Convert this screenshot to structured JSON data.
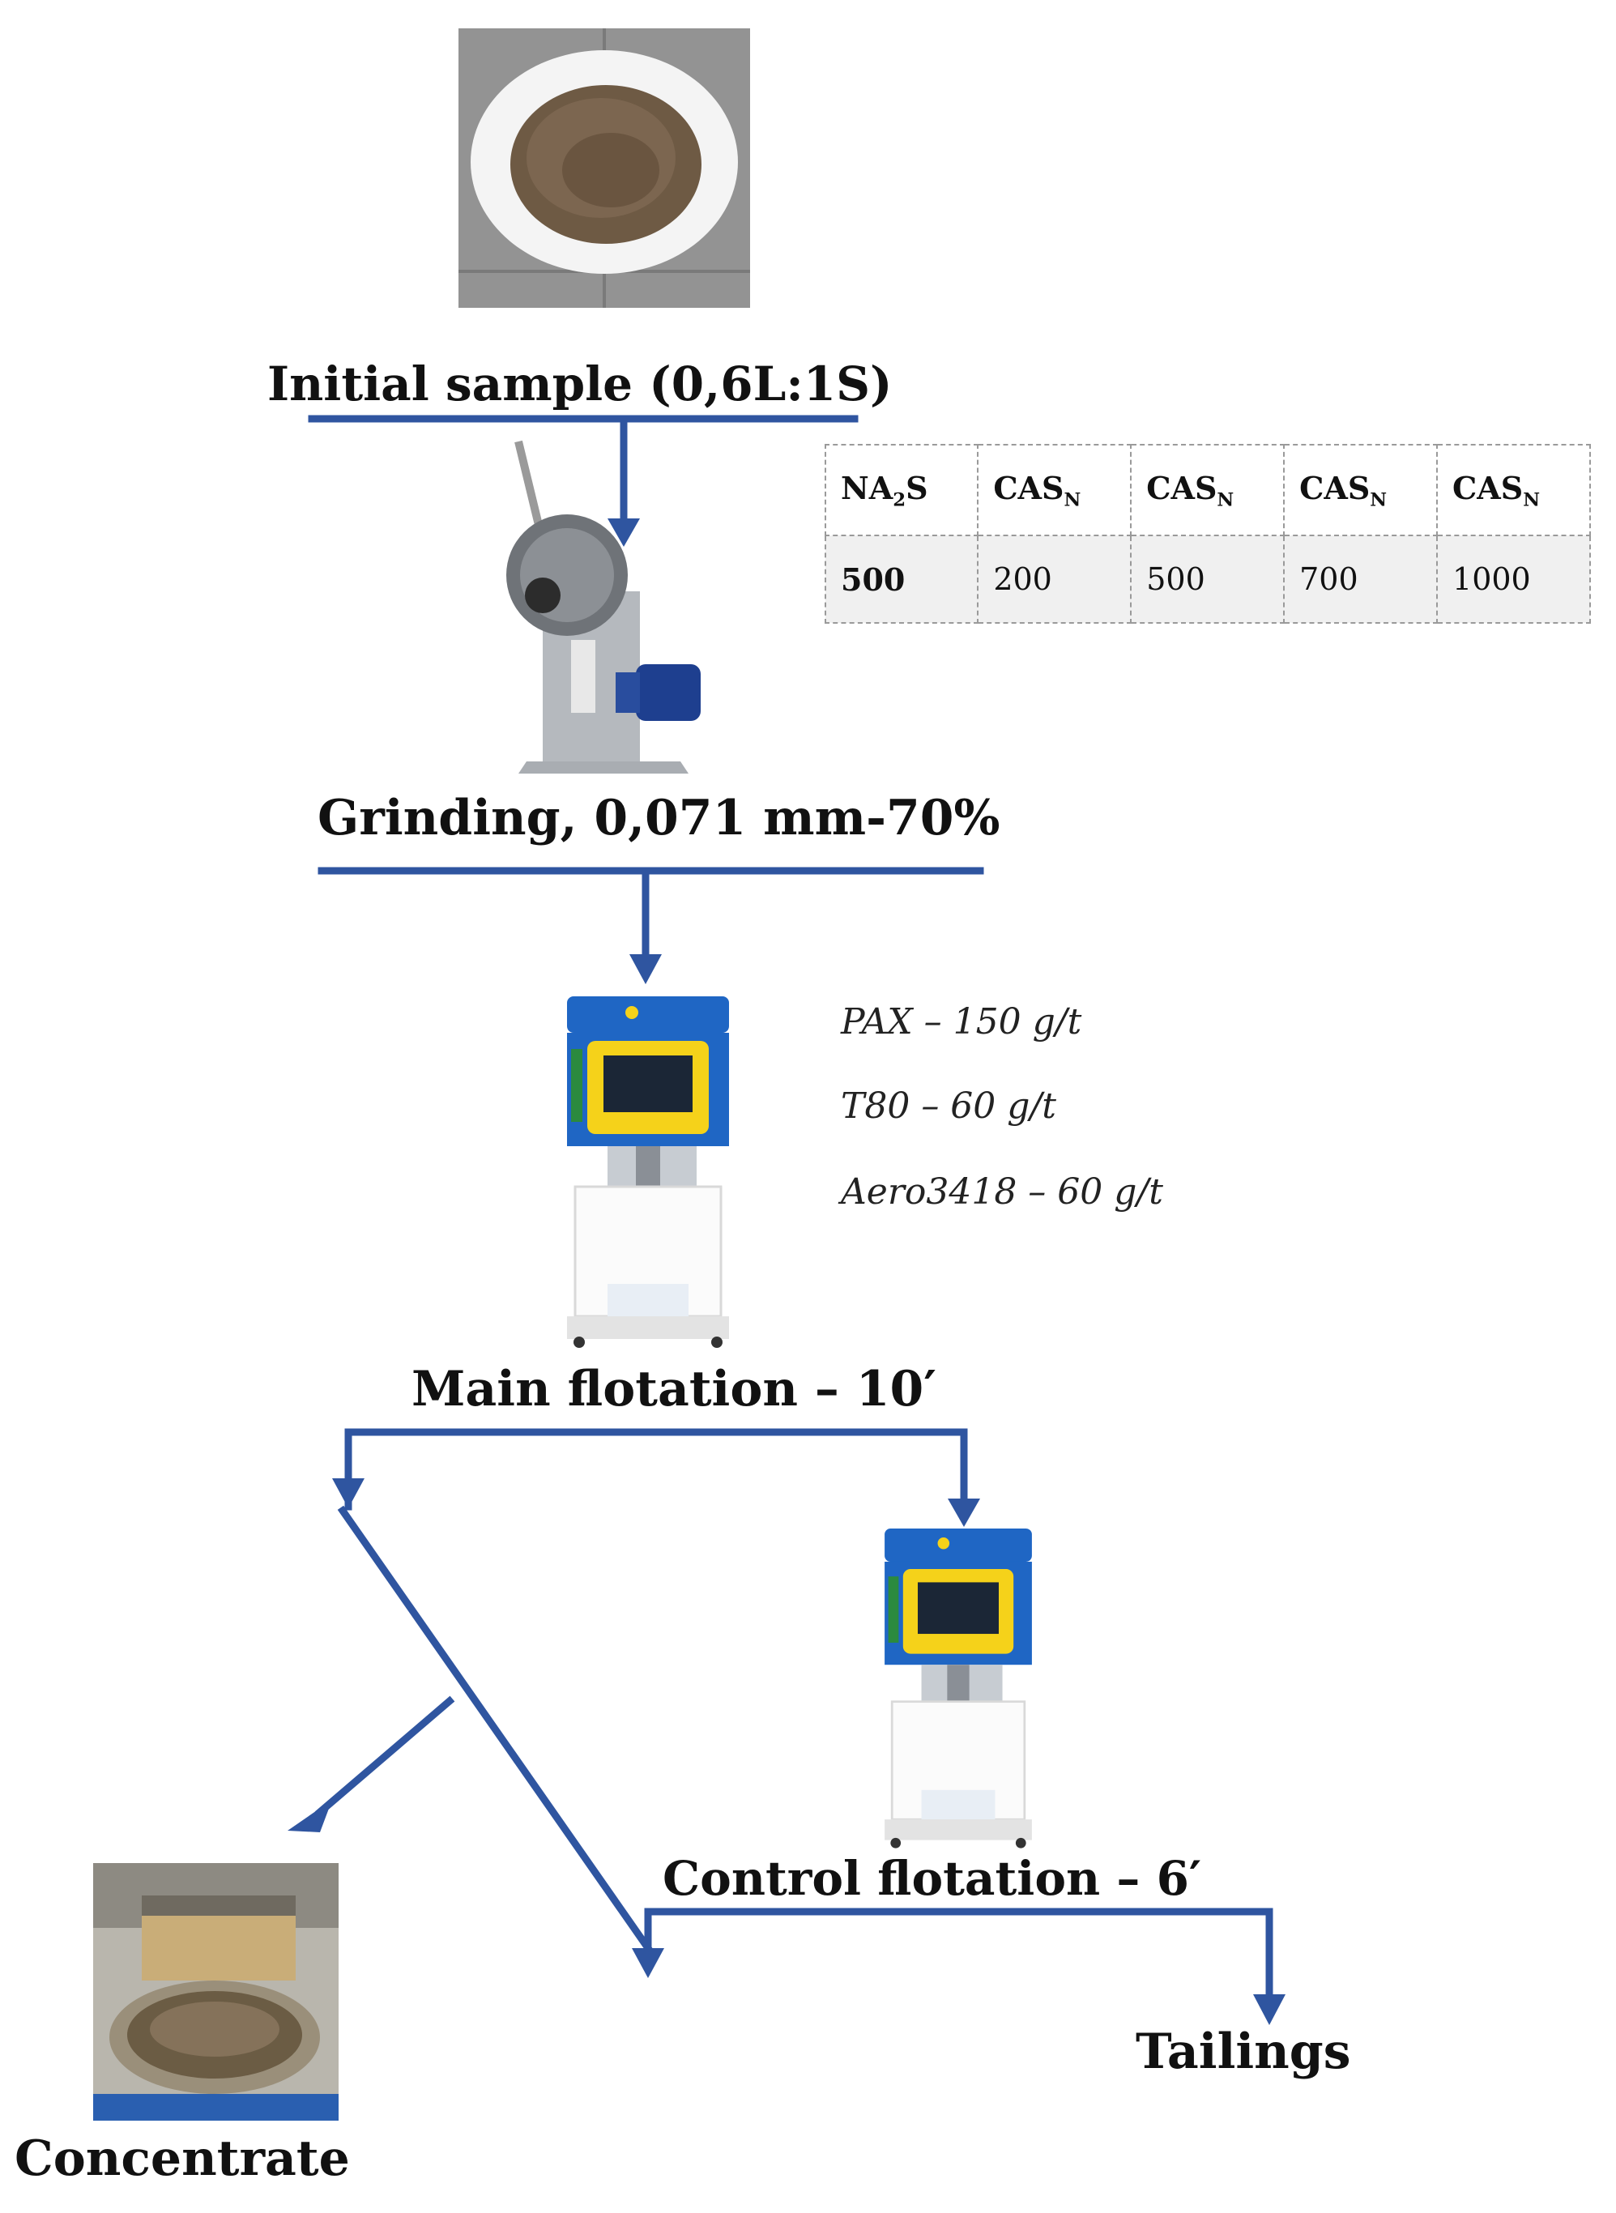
{
  "stages": {
    "initial_sample": "Initial sample (0,6L:1S)",
    "grinding": "Grinding, 0,071 mm-70%",
    "main_flotation": "Main flotation – 10′",
    "control_flotation": "Control flotation – 6′",
    "tailings": "Tailings",
    "concentrate": "Concentrate"
  },
  "reagents": [
    "PAX – 150 g/t",
    "T80 – 60 g/t",
    "Aero3418 – 60 g/t"
  ],
  "dosage_table": {
    "headers": [
      {
        "base": "NA",
        "sub": "2",
        "tail": "S"
      },
      {
        "base": "CAS",
        "sub": "N",
        "tail": ""
      },
      {
        "base": "CAS",
        "sub": "N",
        "tail": ""
      },
      {
        "base": "CAS",
        "sub": "N",
        "tail": ""
      },
      {
        "base": "CAS",
        "sub": "N",
        "tail": ""
      }
    ],
    "values": [
      "500",
      "200",
      "500",
      "700",
      "1000"
    ]
  },
  "colors": {
    "arrow": "#2f55a0",
    "machine_blue": "#1f66c4",
    "machine_yellow": "#f5d21a"
  }
}
